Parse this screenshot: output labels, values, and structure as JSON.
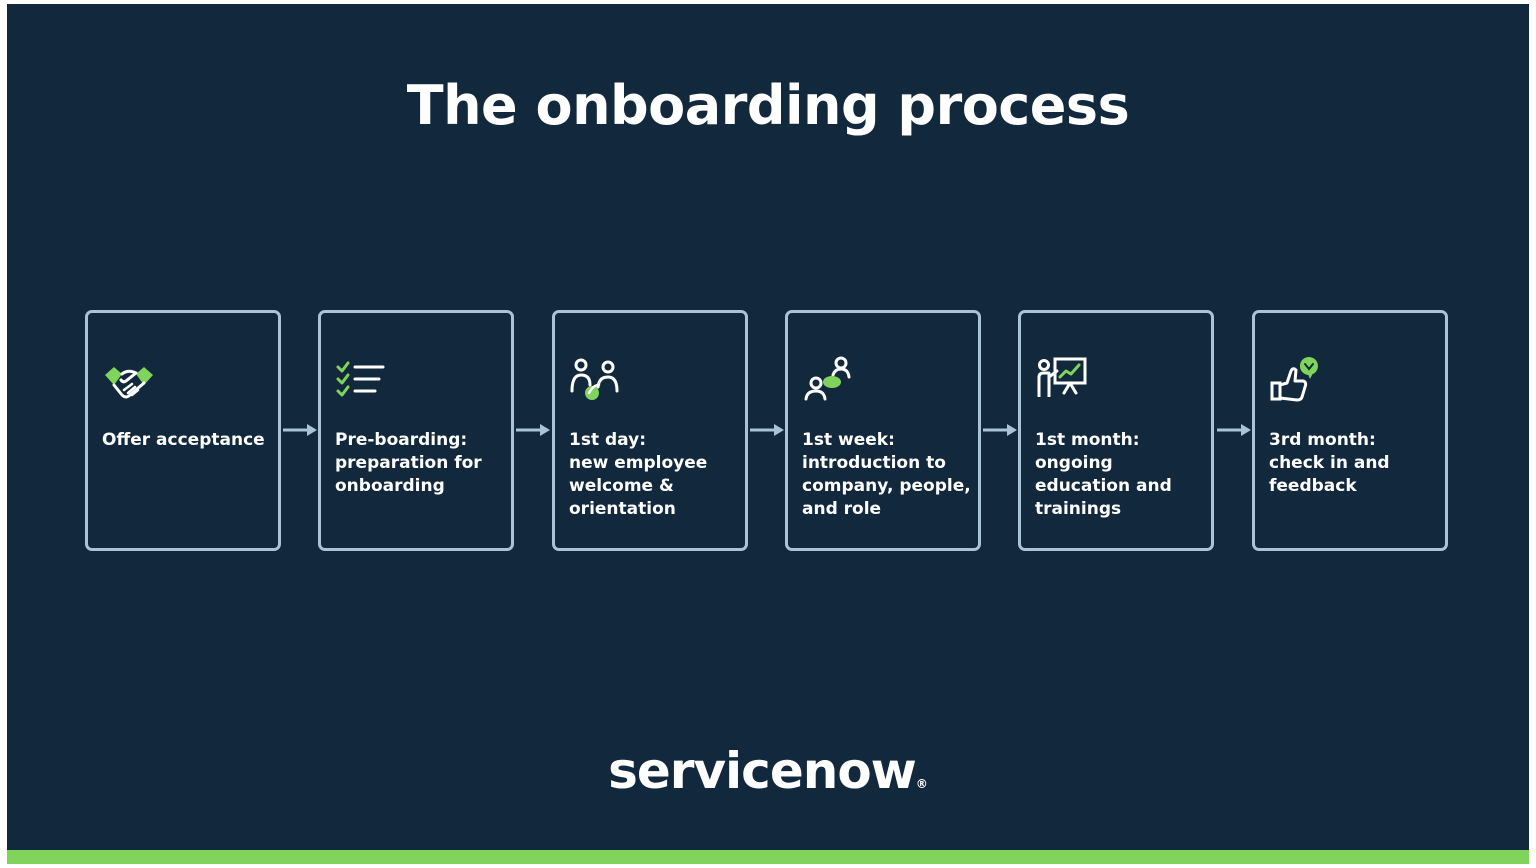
{
  "title": "The onboarding process",
  "steps": [
    {
      "label": "Offer acceptance",
      "icon": "handshake-icon"
    },
    {
      "label": "Pre-boarding:\npreparation for\nonboarding",
      "icon": "checklist-icon"
    },
    {
      "label": "1st day:\nnew employee\nwelcome &\norientation",
      "icon": "people-welcome-icon"
    },
    {
      "label": "1st week:\nintroduction to\ncompany, people,\nand role",
      "icon": "people-chat-icon"
    },
    {
      "label": "1st month:\nongoing\neducation and\ntrainings",
      "icon": "presentation-icon"
    },
    {
      "label": "3rd month:\ncheck in and\nfeedback",
      "icon": "thumbs-up-feedback-icon"
    }
  ],
  "brand": {
    "name": "servicenow",
    "registered_mark": "®",
    "accent_color": "#81d45b",
    "background_color": "#12283d",
    "border_color": "#a9c4d6"
  }
}
